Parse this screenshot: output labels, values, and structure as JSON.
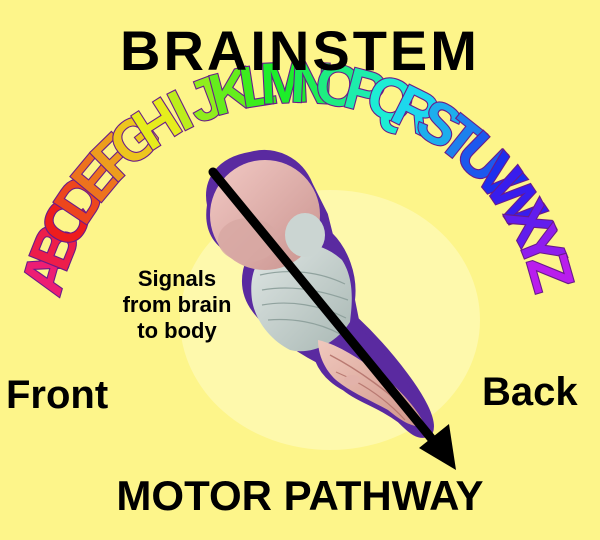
{
  "title": "BRAINSTEM",
  "alphabet": [
    "A",
    "B",
    "C",
    "D",
    "E",
    "F",
    "G",
    "H",
    "I",
    "J",
    "K",
    "L",
    "M",
    "N",
    "O",
    "P",
    "Q",
    "R",
    "S",
    "T",
    "U",
    "V",
    "W",
    "X",
    "Y",
    "Z"
  ],
  "signals_text": [
    "Signals",
    "from brain",
    "to body"
  ],
  "direction_labels": {
    "front": "Front",
    "back": "Back"
  },
  "pathway_label": "MOTOR PATHWAY",
  "colors": {
    "background": "#fdf58a",
    "arc_start": "#e8186a",
    "arc_end": "#c81e9c",
    "brainstem_outline": "#5a2aa0",
    "arrow": "#000000"
  },
  "icons": [
    "brainstem-illustration-icon",
    "motor-pathway-arrow-icon"
  ]
}
